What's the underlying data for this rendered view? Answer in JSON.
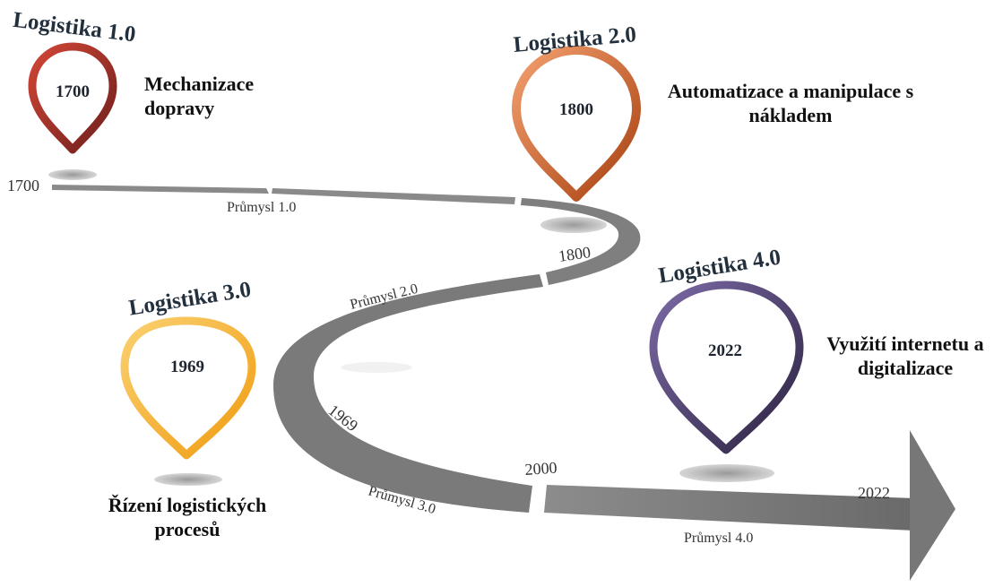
{
  "milestones": [
    {
      "title": "Logistika 1.0",
      "year": "1700",
      "caption_lines": [
        "Mechanizace",
        "dopravy"
      ]
    },
    {
      "title": "Logistika 2.0",
      "year": "1800",
      "caption_lines": [
        "Automatizace a manipulace s",
        "nákladem"
      ]
    },
    {
      "title": "Logistika 3.0",
      "year": "1969",
      "caption_lines": [
        "Řízení logistických",
        "procesů"
      ]
    },
    {
      "title": "Logistika 4.0",
      "year": "2022",
      "caption_lines": [
        "Využití internetu a",
        "digitalizace"
      ]
    }
  ],
  "road": {
    "year_labels": [
      "1700",
      "1800",
      "1969",
      "2000",
      "2022"
    ],
    "phase_labels": [
      "Průmysl 1.0",
      "Průmysl 2.0",
      "Průmysl 3.0",
      "Průmysl 4.0"
    ]
  },
  "colors": {
    "pin_1": [
      "#d24636",
      "#6d1f1c"
    ],
    "pin_2": [
      "#f3a070",
      "#a8400f"
    ],
    "pin_3": [
      "#fad070",
      "#f09c10"
    ],
    "pin_4": [
      "#7c6aa6",
      "#2b223f"
    ],
    "road": "#7a7a7a"
  }
}
